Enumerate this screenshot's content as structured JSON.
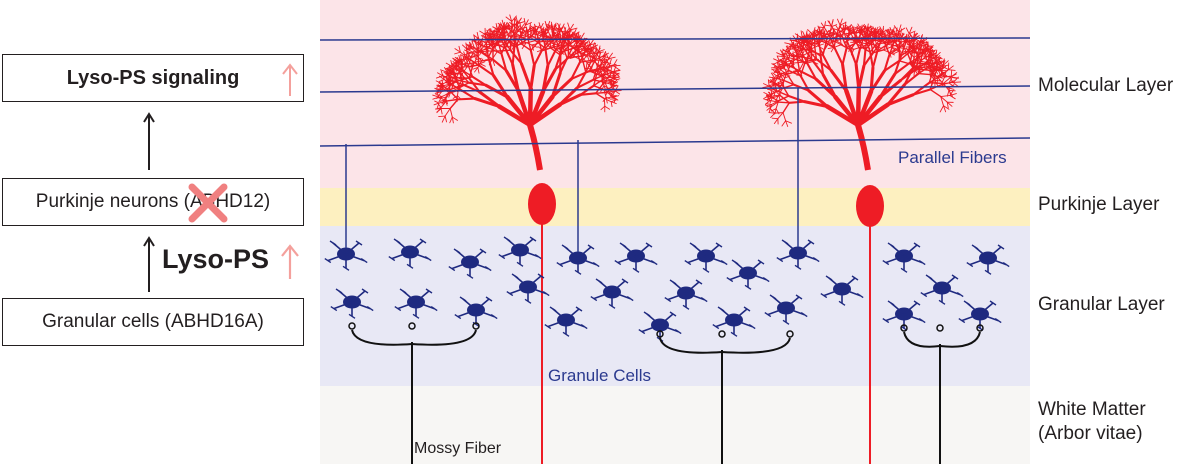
{
  "flow": {
    "signal_label": "Lyso-PS signaling",
    "purkinje_prefix": "Purkinje neurons (",
    "purkinje_gene": "ABHD12",
    "purkinje_suffix": ")",
    "granular_label": "Granular cells (ABHD16A)",
    "lyso_label": "Lyso-PS"
  },
  "layers": {
    "molecular": "Molecular Layer",
    "purkinje": "Purkinje Layer",
    "granular": "Granular Layer",
    "white_line1": "White Matter",
    "white_line2": "(Arbor vitae)"
  },
  "labels": {
    "parallel_fibers": "Parallel Fibers",
    "granule_cells": "Granule Cells",
    "mossy_fiber": "Mossy Fiber"
  },
  "colors": {
    "molecular_bg": "#fce4e8",
    "purkinje_bg": "#fdf0c0",
    "granular_bg": "#e8e8f5",
    "white_bg": "#f7f6f4",
    "neuron_red": "#ee1c25",
    "fiber_blue": "#2b3a8f",
    "granule_blue": "#1f2a80",
    "arrow_pink": "#f4a09c"
  }
}
